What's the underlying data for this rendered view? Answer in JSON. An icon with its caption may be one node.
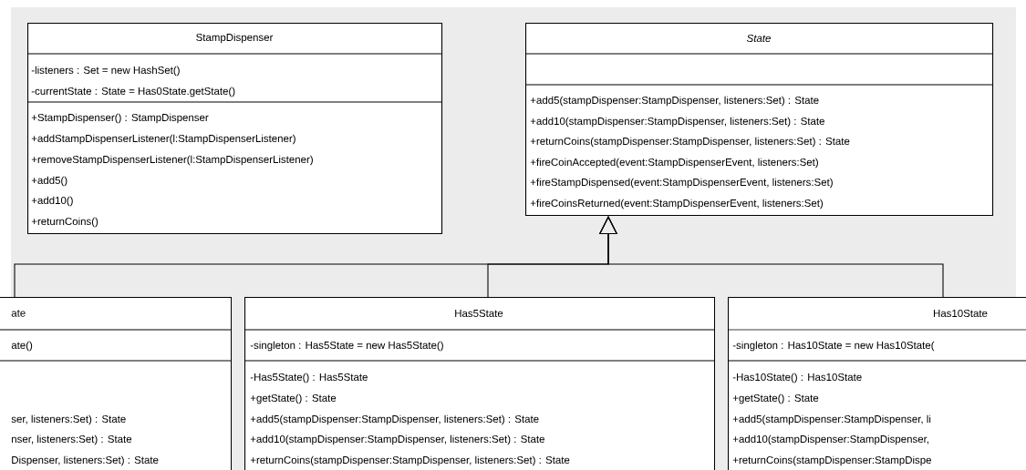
{
  "diagram": {
    "nodes": [
      {
        "text": [
          "StampDispenser",
          "-listeners : Set = new HashSet()",
          "-currentState : State = Has0State.getState()",
          "+StampDispenser() : StampDispenser",
          "+addStampDispenserListener(l:StampDispenserListener)",
          "+removeStampDispenserListener(l:StampDispenserListener)",
          "+add5()",
          "+add10()",
          "+returnCoins()"
        ]
      },
      {
        "text": [
          "*State*",
          "+add5(stampDispenser:StampDispenser, listeners:Set) : State",
          "+add10(stampDispenser:StampDispenser, listeners:Set) : State",
          "+returnCoins(stampDispenser:StampDispenser, listeners:Set) : State",
          "+fireCoinAccepted(event:StampDispenserEvent, listeners:Set)",
          "+fireStampDispensed(event:StampDispenserEvent, listeners:Set)",
          "+fireCoinsReturned(event:StampDispenserEvent, listeners:Set)"
        ]
      },
      {
        "text": [
          "ate",
          "ate()",
          "ser, listeners:Set) : State",
          "nser, listeners:Set) : State",
          "Dispenser, listeners:Set) : State"
        ]
      },
      {
        "text": [
          "Has5State",
          "-singleton : Has5State = new Has5State()",
          "-Has5State() : Has5State",
          "+getState() : State",
          "+add5(stampDispenser:StampDispenser, listeners:Set) : State",
          "+add10(stampDispenser:StampDispenser, listeners:Set) : State",
          "+returnCoins(stampDispenser:StampDispenser, listeners:Set) : State"
        ]
      },
      {
        "text": [
          "Has10State",
          "-singleton : Has10State = new Has10State(",
          "-Has10State() : Has10State",
          "+getState() : State",
          "+add5(stampDispenser:StampDispenser, li",
          "+add10(stampDispenser:StampDispenser,",
          "+returnCoins(stampDispenser:StampDispe"
        ]
      }
    ],
    "edges": [
      {
        "from": 2,
        "to": 1,
        "arrow": "to"
      },
      {
        "from": 3,
        "to": 1,
        "arrow": "to"
      },
      {
        "from": 4,
        "to": 1,
        "arrow": "to"
      }
    ]
  }
}
